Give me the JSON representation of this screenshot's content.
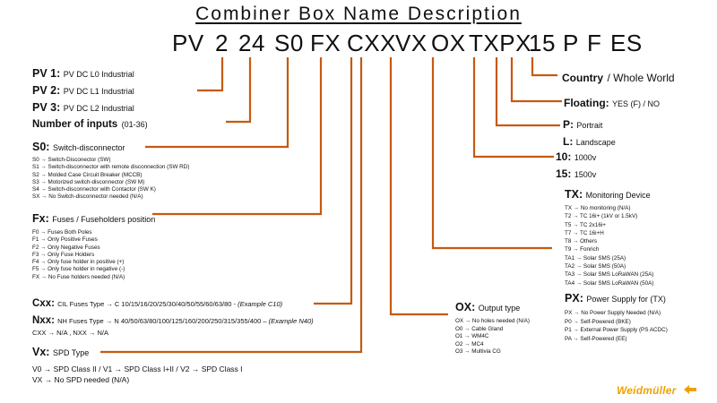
{
  "title": "Combiner Box Name Description",
  "code_segments": [
    "PV",
    "2",
    "24",
    "S0",
    "FX",
    "CXX",
    "VX",
    "OX",
    "TXPX",
    "15",
    "P",
    "F",
    "ES"
  ],
  "pv": {
    "items": [
      {
        "key": "PV 1",
        "desc": "PV DC L0 Industrial"
      },
      {
        "key": "PV 2",
        "desc": "PV DC L1 Industrial"
      },
      {
        "key": "PV 3",
        "desc": "PV DC L2 Industrial"
      }
    ]
  },
  "inputs": {
    "label": "Number of inputs",
    "range": "(01-36)"
  },
  "s0": {
    "key": "S0",
    "desc": "Switch-disconnector",
    "lines": [
      "S0 → Switch-Disconector (SW)",
      "S1 → Switch-disconnector with remote disconnection (SW RD)",
      "S2 → Molded Case Circuit Breaker (MCCB)",
      "S3 → Motorized switch-disconnector (SW M)",
      "S4 → Switch-disconnector with Contactor (SW K)",
      "SX → No Switch-disconnector needed (N/A)"
    ]
  },
  "fx": {
    "key": "Fx",
    "desc": "Fuses / Fuseholders position",
    "lines": [
      "F0 → Fuses Both Poles",
      "F1 → Only Positive Fuses",
      "F2 → Only Negative Fuses",
      "F3 → Only Fuse Holders",
      "F4 → Only fuse holder in positive (+)",
      "F5 → Only fuse holder in negative (-)",
      "FX → No Fuse holders needed (N/A)"
    ]
  },
  "cxx": {
    "key": "Cxx",
    "desc": "CIL Fuses Type → C 10/15/16/20/25/30/40/50/55/60/63/80  - ",
    "example": "(Example C10)"
  },
  "nxx": {
    "key": "Nxx",
    "desc": "NH Fuses Type → N 40/50/63/80/100/125/160/200/250/315/355/400 – ",
    "example": "(Example N40)"
  },
  "cxx_na": "CXX → N/A , NXX → N/A",
  "vx": {
    "key": "Vx",
    "desc": "SPD Type",
    "lines": [
      "V0 → SPD Class II / V1 → SPD Class I+II / V2 → SPD Class I",
      "VX → No SPD needed (N/A)"
    ]
  },
  "ox": {
    "key": "OX",
    "desc": "Output type",
    "lines": [
      "OX → No holes needed (N/A)",
      "O0 → Cable Gland",
      "O1 → WM4C",
      "O2 → MC4",
      "O3 → Multivia CG"
    ]
  },
  "tx": {
    "key": "TX",
    "desc": "Monitoring Device",
    "lines": [
      "TX → No monitoring (N/A)",
      "T2 → TC 16i+ (1kV or 1.5kV)",
      "T5 → TC 2x16i+",
      "T7 → TC 16i+H",
      "T8 → Others",
      "T9 → Fonrich",
      "TA1 → Solar SMS (25A)",
      "TA2 → Solar SMS (50A)",
      "TA3 → Solar SMS LoRaWAN (25A)",
      "TA4 → Solar SMS LoRaWAN (50A)"
    ]
  },
  "px": {
    "key": "PX",
    "desc": "Power Supply for (TX)",
    "lines": [
      "PX → No Power Supply Needed (N/A)",
      "P0 → Self-Powered (BKE)",
      "P1 → External Power Supply (PS ACDC)",
      "PA → Self-Powered (EE)"
    ]
  },
  "voltage": [
    {
      "key": "10",
      "desc": "1000v"
    },
    {
      "key": "15",
      "desc": "1500v"
    }
  ],
  "orientation": [
    {
      "key": "P",
      "desc": "Portrait"
    },
    {
      "key": "L",
      "desc": "Landscape"
    }
  ],
  "floating": {
    "label": "Floating",
    "desc": "YES (F) / NO"
  },
  "country": {
    "label": "Country",
    "desc": "/ Whole World"
  },
  "brand": "Weidmüller",
  "colors": {
    "line": "#c55a11",
    "arrow_head": "#c55a11",
    "brand": "#f0a000"
  }
}
